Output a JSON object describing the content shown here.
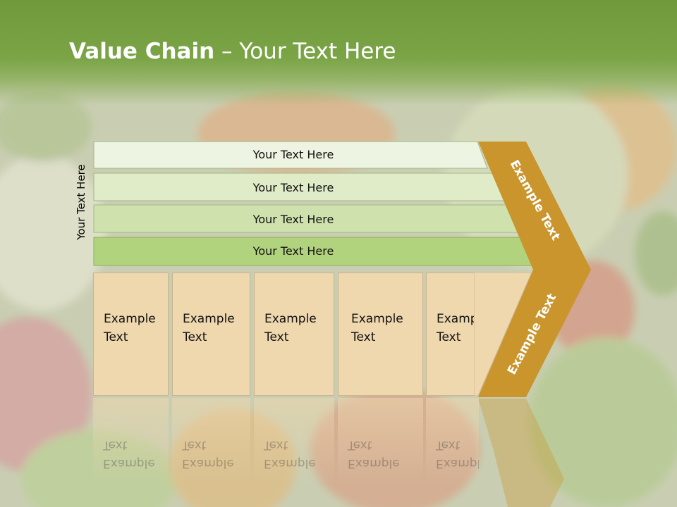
{
  "slide": {
    "title_bold": "Value Chain",
    "title_rest": " – Your Text Here",
    "side_label": "Your Text Here"
  },
  "support_rows": [
    {
      "label": "Your Text Here",
      "color": "#eef4e2"
    },
    {
      "label": "Your Text Here",
      "color": "#e0ecc8"
    },
    {
      "label": "Your Text Here",
      "color": "#cfe2ad"
    },
    {
      "label": "Your Text Here",
      "color": "#b2d37e"
    }
  ],
  "primary_boxes": [
    {
      "line1": "Example",
      "line2": "Text"
    },
    {
      "line1": "Example",
      "line2": "Text"
    },
    {
      "line1": "Example",
      "line2": "Text"
    },
    {
      "line1": "Example",
      "line2": "Text"
    },
    {
      "line1": "Example",
      "line2": "Text"
    }
  ],
  "arrow": {
    "upper_label": "Example Text",
    "lower_label": "Example Text",
    "color": "#c9952c"
  }
}
